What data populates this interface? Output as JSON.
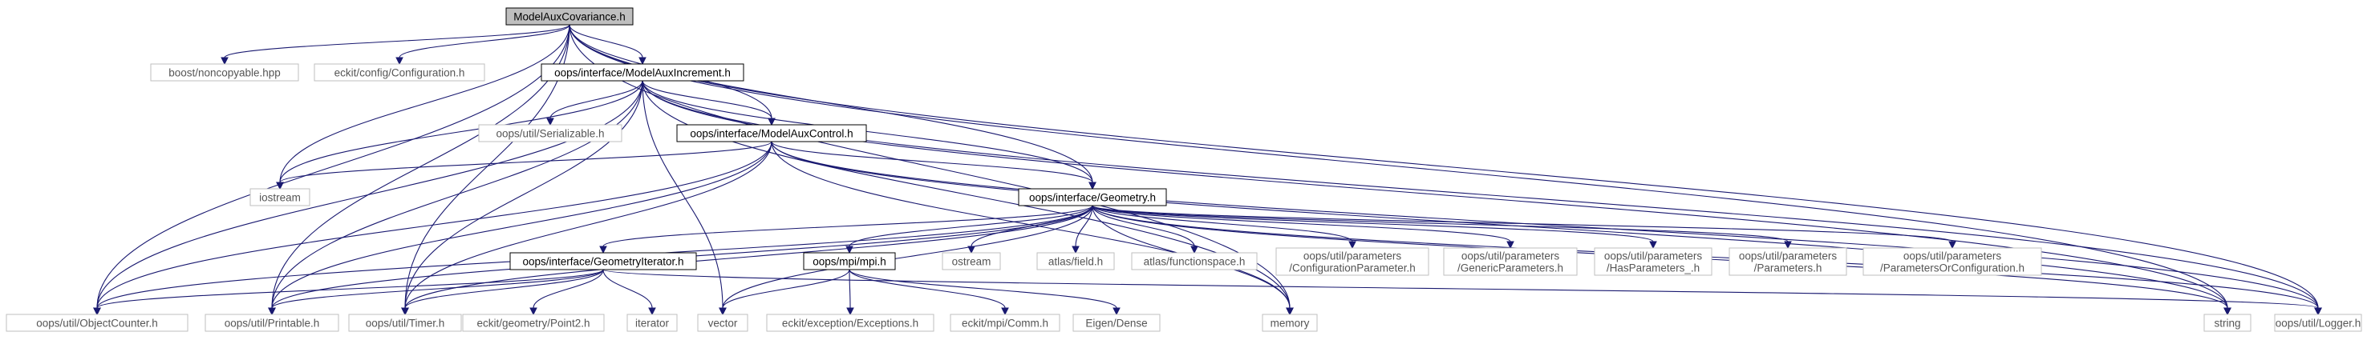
{
  "diagram": {
    "nodes": [
      {
        "id": "mac",
        "label": "ModelAuxCovariance.h",
        "kind": "root"
      },
      {
        "id": "bnc",
        "label": "boost/noncopyable.hpp",
        "kind": "external"
      },
      {
        "id": "ecc",
        "label": "eckit/config/Configuration.h",
        "kind": "external"
      },
      {
        "id": "mai",
        "label": "oops/interface/ModelAuxIncrement.h",
        "kind": "documented"
      },
      {
        "id": "ser",
        "label": "oops/util/Serializable.h",
        "kind": "external"
      },
      {
        "id": "mactl",
        "label": "oops/interface/ModelAuxControl.h",
        "kind": "documented"
      },
      {
        "id": "ios",
        "label": "iostream",
        "kind": "external"
      },
      {
        "id": "geo",
        "label": "oops/interface/Geometry.h",
        "kind": "documented"
      },
      {
        "id": "git",
        "label": "oops/interface/GeometryIterator.h",
        "kind": "documented"
      },
      {
        "id": "mpi",
        "label": "oops/mpi/mpi.h",
        "kind": "documented"
      },
      {
        "id": "ost",
        "label": "ostream",
        "kind": "external"
      },
      {
        "id": "afl",
        "label": "atlas/field.h",
        "kind": "external"
      },
      {
        "id": "afs",
        "label": "atlas/functionspace.h",
        "kind": "external"
      },
      {
        "id": "cfgp",
        "label": [
          "oops/util/parameters",
          "/ConfigurationParameter.h"
        ],
        "kind": "external"
      },
      {
        "id": "genp",
        "label": [
          "oops/util/parameters",
          "/GenericParameters.h"
        ],
        "kind": "external"
      },
      {
        "id": "hasp",
        "label": [
          "oops/util/parameters",
          "/HasParameters_.h"
        ],
        "kind": "external"
      },
      {
        "id": "par",
        "label": [
          "oops/util/parameters",
          "/Parameters.h"
        ],
        "kind": "external"
      },
      {
        "id": "poc",
        "label": [
          "oops/util/parameters",
          "/ParametersOrConfiguration.h"
        ],
        "kind": "external"
      },
      {
        "id": "obc",
        "label": "oops/util/ObjectCounter.h",
        "kind": "external"
      },
      {
        "id": "prn",
        "label": "oops/util/Printable.h",
        "kind": "external"
      },
      {
        "id": "tim",
        "label": "oops/util/Timer.h",
        "kind": "external"
      },
      {
        "id": "pt2",
        "label": "eckit/geometry/Point2.h",
        "kind": "external"
      },
      {
        "id": "itr",
        "label": "iterator",
        "kind": "external"
      },
      {
        "id": "vec",
        "label": "vector",
        "kind": "external"
      },
      {
        "id": "exc",
        "label": "eckit/exception/Exceptions.h",
        "kind": "external"
      },
      {
        "id": "comm",
        "label": "eckit/mpi/Comm.h",
        "kind": "external"
      },
      {
        "id": "eig",
        "label": "Eigen/Dense",
        "kind": "external"
      },
      {
        "id": "mem",
        "label": "memory",
        "kind": "external"
      },
      {
        "id": "str",
        "label": "string",
        "kind": "external"
      },
      {
        "id": "log",
        "label": "oops/util/Logger.h",
        "kind": "external"
      }
    ],
    "edges": [
      [
        "mac",
        "bnc"
      ],
      [
        "mac",
        "ecc"
      ],
      [
        "mac",
        "mai"
      ],
      [
        "mac",
        "mactl"
      ],
      [
        "mac",
        "geo"
      ],
      [
        "mac",
        "ios"
      ],
      [
        "mac",
        "obc"
      ],
      [
        "mac",
        "prn"
      ],
      [
        "mac",
        "tim"
      ],
      [
        "mac",
        "mem"
      ],
      [
        "mac",
        "str"
      ],
      [
        "mac",
        "log"
      ],
      [
        "mai",
        "ser"
      ],
      [
        "mai",
        "mactl"
      ],
      [
        "mai",
        "geo"
      ],
      [
        "mai",
        "ios"
      ],
      [
        "mai",
        "obc"
      ],
      [
        "mai",
        "prn"
      ],
      [
        "mai",
        "tim"
      ],
      [
        "mai",
        "vec"
      ],
      [
        "mai",
        "mem"
      ],
      [
        "mai",
        "str"
      ],
      [
        "mai",
        "log"
      ],
      [
        "mactl",
        "geo"
      ],
      [
        "mactl",
        "ios"
      ],
      [
        "mactl",
        "obc"
      ],
      [
        "mactl",
        "prn"
      ],
      [
        "mactl",
        "tim"
      ],
      [
        "mactl",
        "mem"
      ],
      [
        "mactl",
        "str"
      ],
      [
        "mactl",
        "log"
      ],
      [
        "geo",
        "git"
      ],
      [
        "geo",
        "mpi"
      ],
      [
        "geo",
        "ost"
      ],
      [
        "geo",
        "afl"
      ],
      [
        "geo",
        "afs"
      ],
      [
        "geo",
        "cfgp"
      ],
      [
        "geo",
        "genp"
      ],
      [
        "geo",
        "hasp"
      ],
      [
        "geo",
        "par"
      ],
      [
        "geo",
        "poc"
      ],
      [
        "geo",
        "obc"
      ],
      [
        "geo",
        "prn"
      ],
      [
        "geo",
        "tim"
      ],
      [
        "geo",
        "vec"
      ],
      [
        "geo",
        "mem"
      ],
      [
        "geo",
        "str"
      ],
      [
        "geo",
        "log"
      ],
      [
        "git",
        "obc"
      ],
      [
        "git",
        "prn"
      ],
      [
        "git",
        "tim"
      ],
      [
        "git",
        "pt2"
      ],
      [
        "git",
        "itr"
      ],
      [
        "git",
        "log"
      ],
      [
        "mpi",
        "vec"
      ],
      [
        "mpi",
        "exc"
      ],
      [
        "mpi",
        "comm"
      ],
      [
        "mpi",
        "eig"
      ]
    ]
  },
  "colors": {
    "edge": "#191970",
    "root_fill": "#bfbfbf",
    "root_stroke": "#000000",
    "documented_fill": "#ffffff",
    "documented_stroke": "#000000",
    "external_fill": "#ffffff",
    "external_stroke": "#bfbfbf",
    "text_dark": "#000000",
    "text_external": "#555555"
  }
}
